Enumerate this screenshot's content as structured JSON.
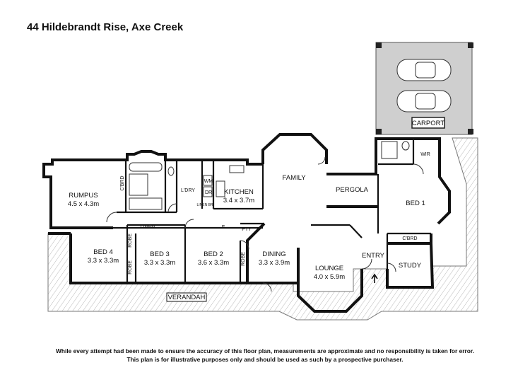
{
  "header": {
    "title": "44 Hildebrandt Rise, Axe Creek"
  },
  "rooms": {
    "rumpus": {
      "name": "RUMPUS",
      "size": "4.5 x 4.3m"
    },
    "kitchen": {
      "name": "KITCHEN",
      "size": "3.4 x 3.7m"
    },
    "family": {
      "name": "FAMILY"
    },
    "pergola": {
      "name": "PERGOLA"
    },
    "bed1": {
      "name": "BED 1"
    },
    "bed2": {
      "name": "BED 2",
      "size": "3.6 x 3.3m"
    },
    "bed3": {
      "name": "BED 3",
      "size": "3.3 x 3.3m"
    },
    "bed4": {
      "name": "BED 4",
      "size": "3.3 x 3.3m"
    },
    "dining": {
      "name": "DINING",
      "size": "3.3 x 3.9m"
    },
    "lounge": {
      "name": "LOUNGE",
      "size": "4.0 x 5.9m"
    },
    "entry": {
      "name": "ENTRY"
    },
    "study": {
      "name": "STUDY"
    },
    "verandah": {
      "name": "VERANDAH"
    },
    "carport": {
      "name": "CARPORT"
    }
  },
  "small_labels": {
    "laundry": "L'DRY",
    "wm": "WM",
    "dr": "DR",
    "linen_br": "LINEN BR",
    "linen": "LINEN",
    "cbrd_rumpus": "C'BRD",
    "cbrd_study": "C'BRD",
    "wir": "WIR",
    "robe_bed4": "ROBE",
    "robe_bed3": "ROBE",
    "robe_bed2": "ROBE",
    "pty": "PTY",
    "fridge": "F"
  },
  "footer": {
    "line1": "While every attempt had been made to ensure the accuracy of this floor plan, measurements are approximate and no responsibility is taken for error.",
    "line2": "This plan is for illustrative purposes only and should be used as such by a prospective purchaser."
  }
}
